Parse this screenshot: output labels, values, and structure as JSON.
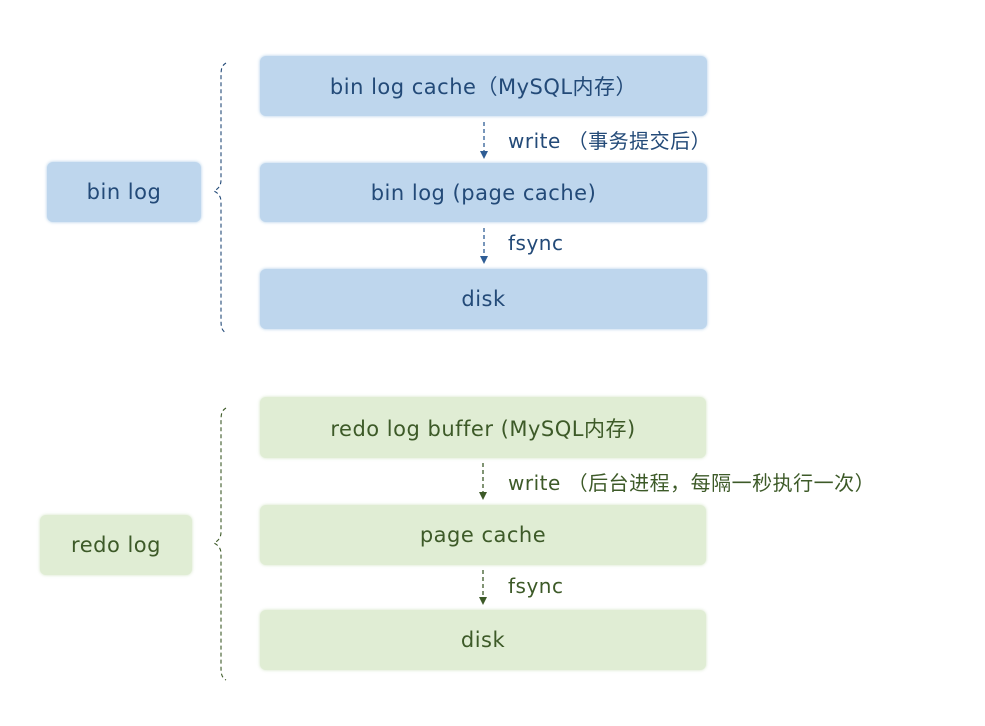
{
  "binlog": {
    "side_label": "bin log",
    "boxes": {
      "cache": "bin log cache（MySQL内存）",
      "page_cache": "bin log (page cache)",
      "disk": "disk"
    },
    "steps": {
      "write": "write （事务提交后）",
      "fsync": "fsync"
    },
    "color": "#bed6ed",
    "text_color": "#234a78"
  },
  "redolog": {
    "side_label": "redo log",
    "boxes": {
      "buffer": "redo log buffer (MySQL内存)",
      "page_cache": "page cache",
      "disk": "disk"
    },
    "steps": {
      "write": "write （后台进程，每隔一秒执行一次）",
      "fsync": "fsync"
    },
    "color": "#e0edd4",
    "text_color": "#3d5a28"
  }
}
